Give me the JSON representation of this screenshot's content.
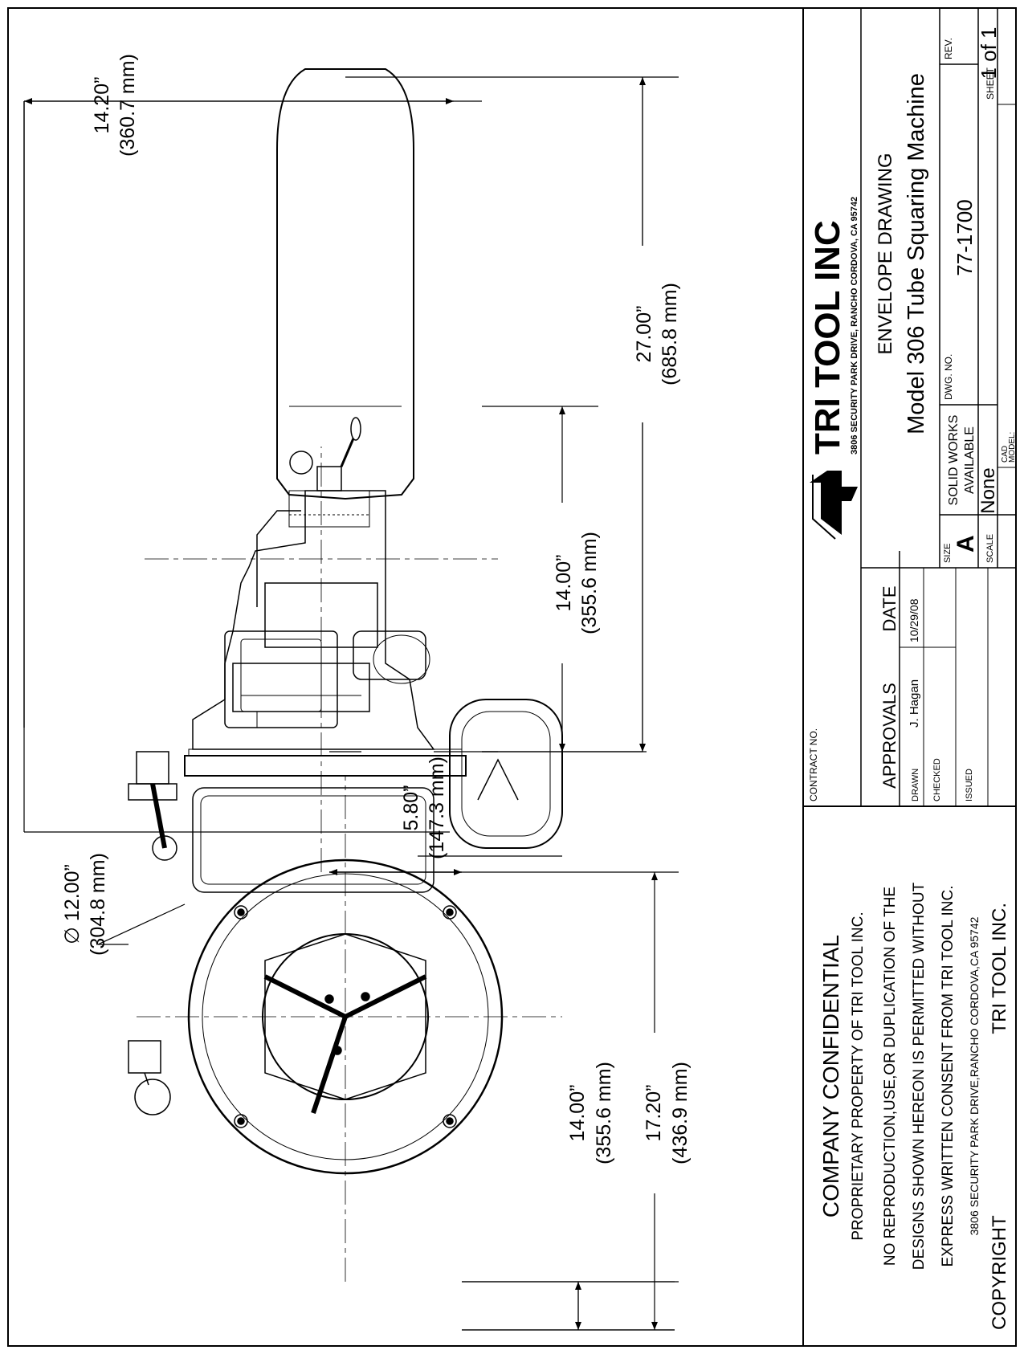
{
  "dimensions": {
    "overall_height": {
      "inch": "14.20”",
      "mm": "(360.7 mm)"
    },
    "side_width": {
      "inch": "14.00”",
      "mm": "(355.6 mm)"
    },
    "overall_length": {
      "inch": "27.00”",
      "mm": "(685.8 mm)"
    },
    "offset": {
      "inch": "5.80”",
      "mm": "(147.3 mm)"
    },
    "diameter": {
      "inch": "∅ 12.00”",
      "mm": "(304.8 mm)"
    },
    "front_width": {
      "inch": "14.00”",
      "mm": "(355.6 mm)"
    },
    "front_length": {
      "inch": "17.20”",
      "mm": "(436.9 mm)"
    }
  },
  "title_block": {
    "company": "TRI TOOL INC",
    "address": "3806 SECURITY PARK DRIVE, RANCHO CORDOVA, CA 95742",
    "drawing_type": "ENVELOPE DRAWING",
    "model": "Model 306 Tube Squaring Machine",
    "contract_label": "CONTRACT NO.",
    "approvals_label": "APPROVALS",
    "date_label": "DATE",
    "drawn_label": "DRAWN",
    "drawn_by": "J. Hagan",
    "drawn_date": "10/29/08",
    "checked_label": "CHECKED",
    "issued_label": "ISSUED",
    "size_label": "SIZE",
    "size_value": "A",
    "solidworks_line1": "SOLID WORKS",
    "solidworks_line2": "AVAILABLE",
    "dwg_label": "DWG. NO.",
    "dwg_no": "77-1700",
    "rev_label": "REV.",
    "scale_label": "SCALE",
    "scale_value": "None",
    "cad_label1": "CAD",
    "cad_label2": "MODEL:",
    "sheet_label": "SHEET",
    "sheet_value": "1 of 1"
  },
  "confidential": {
    "heading": "COMPANY CONFIDENTIAL",
    "line1": "PROPRIETARY PROPERTY OF TRI TOOL INC.",
    "line2": "NO REPRODUCTION,USE,OR DUPLICATION OF THE",
    "line3": "DESIGNS SHOWN HEREON IS PERMITTED WITHOUT",
    "line4": "EXPRESS WRITTEN CONSENT FROM TRI TOOL INC.",
    "address": "3806 SECURITY PARK DRIVE,RANCHO CORDOVA,CA 95742",
    "copyright": "COPYRIGHT",
    "owner": "TRI TOOL INC."
  }
}
